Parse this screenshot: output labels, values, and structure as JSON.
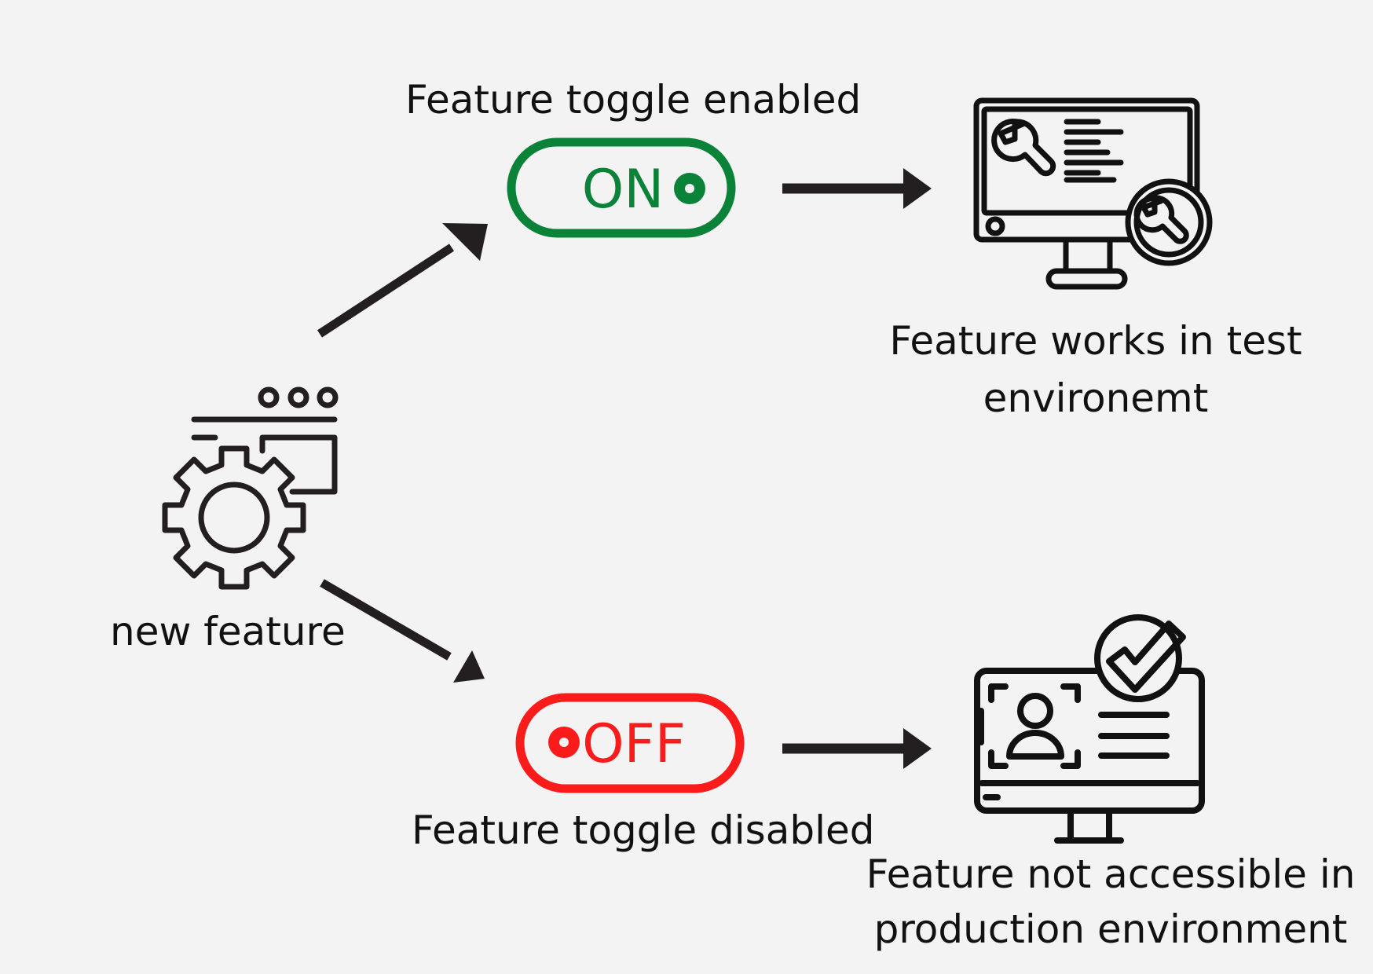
{
  "new_feature": {
    "label": "new feature",
    "icon": "gear-settings-window-icon"
  },
  "enabled_branch": {
    "caption": "Feature toggle enabled",
    "toggle_text": "ON",
    "toggle_state": "on",
    "color": "#0a8237",
    "result_icon": "monitor-maintenance-icon",
    "result_lines": [
      "Feature works in test",
      "environemt"
    ]
  },
  "disabled_branch": {
    "caption": "Feature toggle disabled",
    "toggle_text": "OFF",
    "toggle_state": "off",
    "color": "#fb1b1b",
    "result_icon": "monitor-user-verified-icon",
    "result_lines": [
      "Feature not accessible in",
      "production environment"
    ]
  },
  "colors": {
    "background": "#f3f3f3",
    "ink": "#111111",
    "icon_stroke": "#231f20"
  }
}
